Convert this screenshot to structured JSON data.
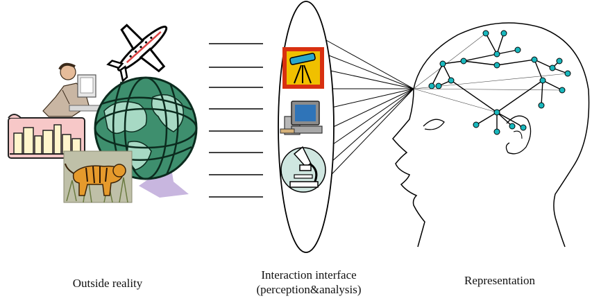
{
  "captions": {
    "outside": "Outside reality",
    "interface_line1": "Interaction interface",
    "interface_line2": "(perception&analysis)",
    "representation": "Representation"
  },
  "icons": {
    "outside_reality": [
      "airplane-icon",
      "businessman-at-computer-icon",
      "globe-icon",
      "city-skyline-icon",
      "tiger-icon"
    ],
    "interface": [
      "telescope-icon",
      "computer-icon",
      "microscope-icon"
    ]
  },
  "colors": {
    "node": "#19b7bd",
    "line": "#000000",
    "globe_ocean": "#3e8f6e",
    "globe_land": "#a7d9c4",
    "telescope_bg": "#f0c000",
    "telescope_frame": "#d83010",
    "skyline_sky": "#f7c8c8",
    "tiger_bg": "#bfc0a8"
  }
}
